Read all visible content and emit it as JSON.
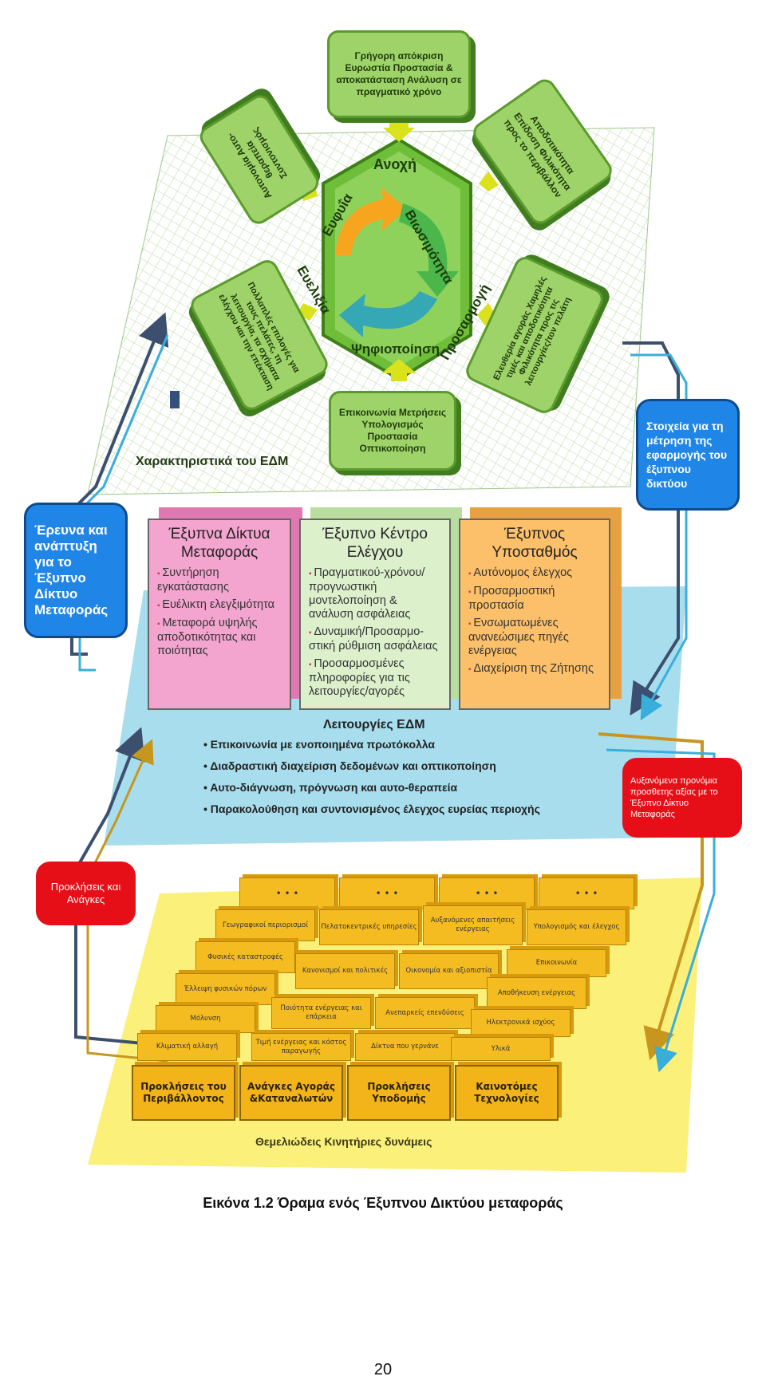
{
  "hexagon": {
    "center_words": [
      "Ανοχή",
      "Βιωσιμότητα",
      "Προσαρμογή",
      "Ψηφιοποίηση",
      "Ευελιξία",
      "Ευφυΐα"
    ],
    "boxes": [
      "Γρήγορη απόκριση Ευρωστία Προστασία & αποκατάσταση Ανάλυση σε πραγματικό χρόνο",
      "Αποδοτικότητα Επίδοση Φιλικότητα προς το περιβάλλον",
      "Ελευθερία αγοράς Χαμηλές τιμές και αποδοτικότητα Φιλικότητα προς τις λειτουργίες/τον πελάτη",
      "Επικοινωνία Μετρήσεις Υπολογισμός Προστασία Οπτικοποίηση",
      "Πολλαπλές επιλογές για τους πελάτες, τη λειτουργία, τα σχήματα ελέγχου και την επέκταση",
      "Αυτονομία Αυτο-θεραπεία Συντονισμός"
    ],
    "caption": "Χαρακτηριστικά του ΕΔΜ"
  },
  "side_blocks": {
    "research": "Έρευνα και ανάπτυξη για το Έξυπνο Δίκτυο Μεταφοράς",
    "measurement": "Στοιχεία για τη μέτρηση της εφαρμογής του έξυπνου δικτύου",
    "added_value": "Αυξανόμενα προνόμια προσθετης αξίας με το Έξυπνο Δίκτυο Μεταφοράς",
    "challenges": "Προκλήσεις και Ανάγκες"
  },
  "cubes": [
    {
      "title": "Έξυπνα Δίκτυα Μεταφοράς",
      "items": [
        "Συντήρηση εγκατάστασης",
        "Ευέλικτη ελεγξιμότητα",
        "Μεταφορά υψηλής αποδοτικότητας και ποιότητας"
      ]
    },
    {
      "title": "Έξυπνο Κέντρο Ελέγχου",
      "items": [
        "Πραγματικού-χρόνου/ προγνωστική μοντελοποίηση & ανάλυση ασφάλειας",
        "Δυναμική/Προσαρμο-στική ρύθμιση ασφάλειας",
        "Προσαρμοσμένες πληροφορίες για τις λειτουργίες/αγορές"
      ]
    },
    {
      "title": "Έξυπνος Υποσταθμός",
      "items": [
        "Αυτόνομος έλεγχος",
        "Προσαρμοστική προστασία",
        "Ενσωματωμένες ανανεώσιμες πηγές ενέργειας",
        "Διαχείριση της Ζήτησης"
      ]
    }
  ],
  "functions": {
    "title": "Λειτουργίες ΕΔΜ",
    "items": [
      "Επικοινωνία με ενοποιημένα πρωτόκολλα",
      "Διαδραστική διαχείριση δεδομένων και οπτικοποίηση",
      "Αυτο-διάγνωση, πρόγνωση και αυτο-θεραπεία",
      "Παρακολούθηση και συντονισμένος έλεγχος ευρείας περιοχής"
    ]
  },
  "drivers": {
    "ellipsis": "• • •",
    "columns": [
      [
        "Γεωγραφικοί περιορισμοί",
        "Φυσικές καταστροφές",
        "Έλλειψη φυσικών πόρων",
        "Μόλυνση",
        "Κλιματική αλλαγή"
      ],
      [
        "Πελατοκεντρικές υπηρεσίες",
        "Κανονισμοί και πολιτικές",
        "Ποιότητα ενέργειας και επάρκεια",
        "Τιμή ενέργειας και κόστος παραγωγής"
      ],
      [
        "Αυξανόμενες απαιτήσεις ενέργειας",
        "Οικονομία και αξιοπιστία",
        "Ανεπαρκείς επενδύσεις",
        "Δίκτυα που γερνάνε"
      ],
      [
        "Υπολογισμός και έλεγχος",
        "Επικοινωνία",
        "Αποθήκευση ενέργειας",
        "Ηλεκτρονικά ισχύος",
        "Υλικά"
      ]
    ],
    "bases": [
      "Προκλήσεις του Περιβάλλοντος",
      "Ανάγκες Αγοράς &Καταναλωτών",
      "Προκλήσεις Υποδομής",
      "Καινοτόμες Τεχνολογίες"
    ],
    "caption": "Θεμελιώδεις Κινητήριες δυνάμεις"
  },
  "figure_caption": "Εικόνα 1.2  Όραμα ενός Έξυπνου Δικτύου μεταφοράς",
  "page_number": "20"
}
